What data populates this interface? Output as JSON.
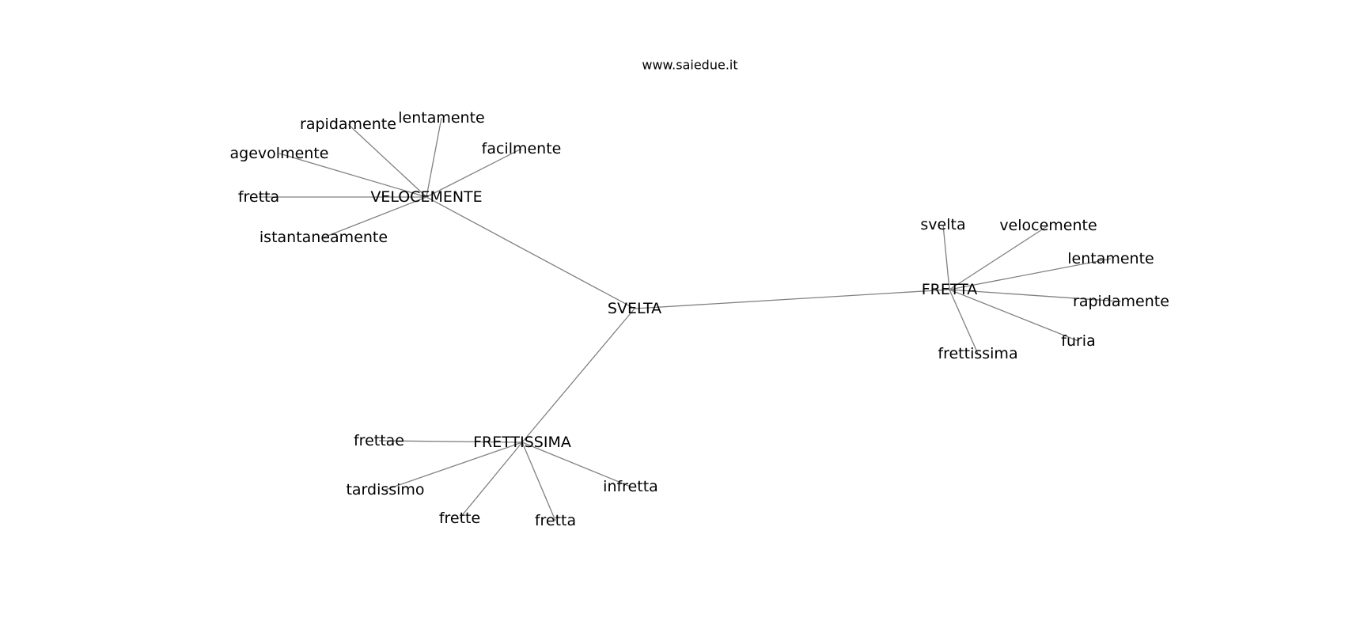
{
  "watermark": "www.saiedue.it",
  "nodes": [
    {
      "id": "svelta_center",
      "label": "SVELTA"
    },
    {
      "id": "velocemente_hub",
      "label": "VELOCEMENTE"
    },
    {
      "id": "fretta_hub",
      "label": "FRETTA"
    },
    {
      "id": "frettissima_hub",
      "label": "FRETTISSIMA"
    },
    {
      "id": "v_rapidamente",
      "label": "rapidamente"
    },
    {
      "id": "v_lentamente",
      "label": "lentamente"
    },
    {
      "id": "v_facilmente",
      "label": "facilmente"
    },
    {
      "id": "v_agevolmente",
      "label": "agevolmente"
    },
    {
      "id": "v_fretta",
      "label": "fretta"
    },
    {
      "id": "v_istantaneamente",
      "label": "istantaneamente"
    },
    {
      "id": "f_svelta",
      "label": "svelta"
    },
    {
      "id": "f_velocemente",
      "label": "velocemente"
    },
    {
      "id": "f_lentamente",
      "label": "lentamente"
    },
    {
      "id": "f_rapidamente",
      "label": "rapidamente"
    },
    {
      "id": "f_furia",
      "label": "furia"
    },
    {
      "id": "f_frettissima",
      "label": "frettissima"
    },
    {
      "id": "t_frettae",
      "label": "frettae"
    },
    {
      "id": "t_tardissimo",
      "label": "tardissimo"
    },
    {
      "id": "t_frette",
      "label": "frette"
    },
    {
      "id": "t_fretta",
      "label": "fretta"
    },
    {
      "id": "t_infretta",
      "label": "infretta"
    }
  ],
  "edges": [
    [
      "svelta_center",
      "velocemente_hub"
    ],
    [
      "svelta_center",
      "fretta_hub"
    ],
    [
      "svelta_center",
      "frettissima_hub"
    ],
    [
      "velocemente_hub",
      "v_rapidamente"
    ],
    [
      "velocemente_hub",
      "v_lentamente"
    ],
    [
      "velocemente_hub",
      "v_facilmente"
    ],
    [
      "velocemente_hub",
      "v_agevolmente"
    ],
    [
      "velocemente_hub",
      "v_fretta"
    ],
    [
      "velocemente_hub",
      "v_istantaneamente"
    ],
    [
      "fretta_hub",
      "f_svelta"
    ],
    [
      "fretta_hub",
      "f_velocemente"
    ],
    [
      "fretta_hub",
      "f_lentamente"
    ],
    [
      "fretta_hub",
      "f_rapidamente"
    ],
    [
      "fretta_hub",
      "f_furia"
    ],
    [
      "fretta_hub",
      "f_frettissima"
    ],
    [
      "frettissima_hub",
      "t_frettae"
    ],
    [
      "frettissima_hub",
      "t_tardissimo"
    ],
    [
      "frettissima_hub",
      "t_frette"
    ],
    [
      "frettissima_hub",
      "t_fretta"
    ],
    [
      "frettissima_hub",
      "t_infretta"
    ]
  ]
}
